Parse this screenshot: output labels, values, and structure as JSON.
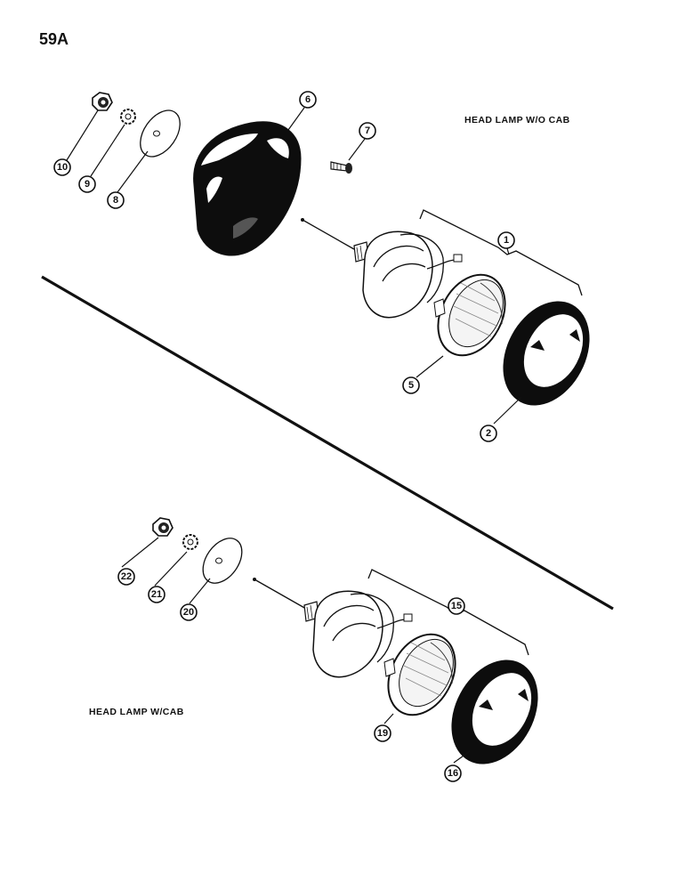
{
  "page_number": "59A",
  "captions": {
    "without_cab": "HEAD LAMP W/O CAB",
    "with_cab": "HEAD LAMP W/CAB"
  },
  "callouts": {
    "c1": "1",
    "c2": "2",
    "c5": "5",
    "c6": "6",
    "c7": "7",
    "c8": "8",
    "c9": "9",
    "c10": "10",
    "c15": "15",
    "c16": "16",
    "c19": "19",
    "c20": "20",
    "c21": "21",
    "c22": "22"
  }
}
